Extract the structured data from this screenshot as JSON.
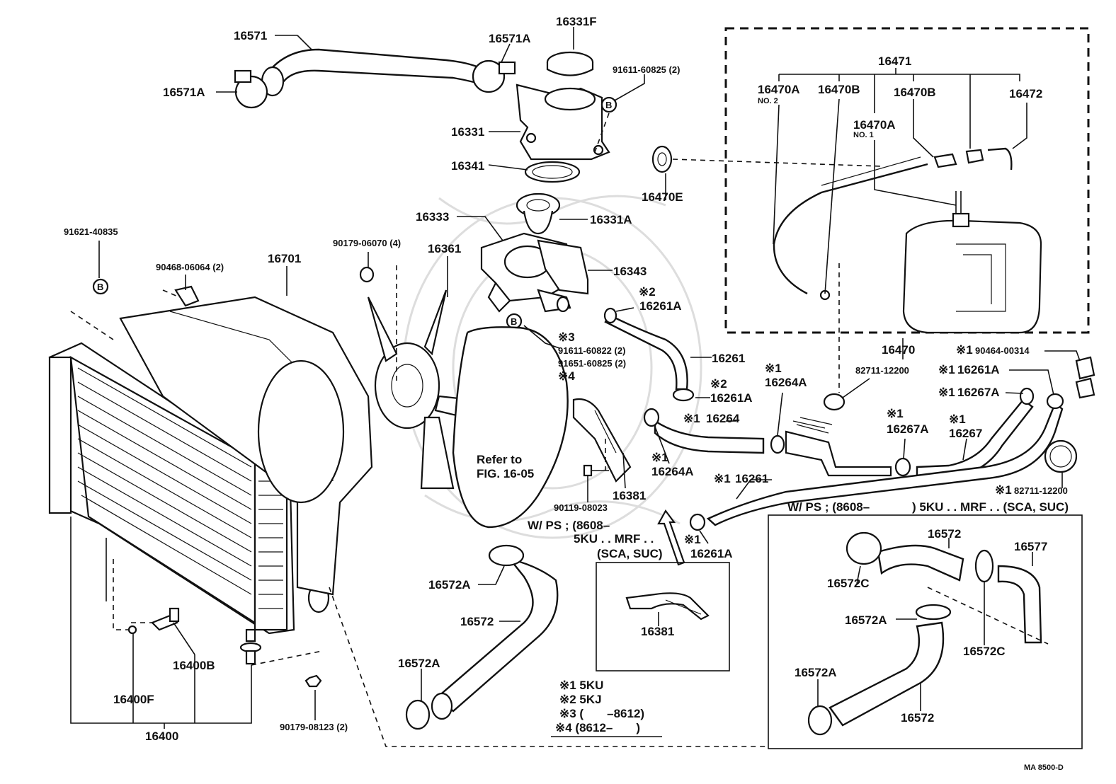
{
  "diagram_code": "MA  8500-D",
  "callouts": {
    "c16571": "16571",
    "c16571A_top": "16571A",
    "c16571A_left": "16571A",
    "c16331F": "16331F",
    "c91611_60825": "91611-60825 (2)",
    "c16331": "16331",
    "c16341": "16341",
    "c16333": "16333",
    "c16331A": "16331A",
    "c16343": "16343",
    "c91621_40835": "91621-40835",
    "c90468_06064": "90468-06064 (2)",
    "c16701": "16701",
    "c90179_06070": "90179-06070 (4)",
    "c16361": "16361",
    "c16261A_a": "16261A",
    "c16261_a": "16261",
    "c16261A_b": "16261A",
    "c91611_60822": "91611-60822 (2)",
    "c91651_60825": "91651-60825 (2)",
    "c16470E": "16470E",
    "c16471": "16471",
    "c16470A_no2": "16470A",
    "c16470B_a": "16470B",
    "c16470B_b": "16470B",
    "c16472": "16472",
    "c16470A_no1": "16470A",
    "no2": "NO. 2",
    "no1": "NO. 1",
    "c16470": "16470",
    "c90464_00314": "90464-00314",
    "c82711_12200_a": "82711-12200",
    "c16264A_top": "16264A",
    "c16261A_r": "16261A",
    "c16267A_r": "16267A",
    "c16264": "16264",
    "c16267A_m": "16267A",
    "c16267": "16267",
    "c16264A_b": "16264A",
    "c16261_b": "16261",
    "c82711_12200_b": "82711-12200",
    "c16381_a": "16381",
    "c90119_08023": "90119-08023",
    "c16261A_c": "16261A",
    "c16572A_a": "16572A",
    "c16572_a": "16572",
    "c16572A_b": "16572A",
    "c16381_b": "16381",
    "c16572_r1": "16572",
    "c16577": "16577",
    "c16572C_a": "16572C",
    "c16572A_r": "16572A",
    "c16572C_b": "16572C",
    "c16572A_r2": "16572A",
    "c16572_r2": "16572",
    "c16400B": "16400B",
    "c16400F": "16400F",
    "c16400": "16400",
    "c90179_08123": "90179-08123 (2)",
    "refer": "Refer to",
    "fig": "FIG. 16-05"
  },
  "markers": {
    "star1": "※1",
    "star2": "※2",
    "star3": "※3",
    "star4": "※4",
    "b": "B"
  },
  "notes": {
    "wps_mid_1": "W/ PS ; (8608–",
    "wps_mid_2": "5KU . . MRF . .",
    "wps_mid_3": "(SCA, SUC)",
    "wps_right_1": "W/ PS ; (8608–",
    "wps_right_2": ") 5KU . . MRF . . (SCA, SUC)"
  },
  "legend": {
    "row1": "※1 5KU",
    "row2": "※2 5KJ",
    "row3": "※3 (       –8612)",
    "row4": "※4 (8612–       )"
  }
}
